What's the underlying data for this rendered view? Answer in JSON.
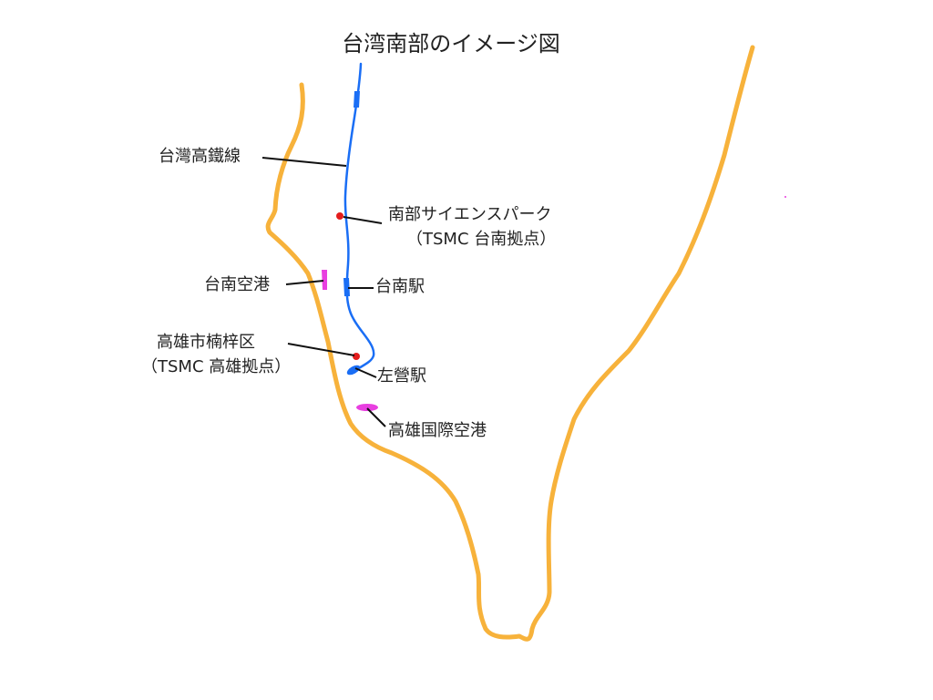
{
  "title": "台湾南部のイメージ図",
  "colors": {
    "coast": "#f7b23b",
    "rail": "#1a6ef5",
    "airport": "#e83fe0",
    "site": "#e41d1d",
    "leader": "#111111"
  },
  "labels": {
    "rail_line": "台灣高鐵線",
    "science_park": "南部サイエンスパーク",
    "science_park_note": "（TSMC 台南拠点）",
    "tainan_airport": "台南空港",
    "tainan_station": "台南駅",
    "nanzi": "高雄市楠梓区",
    "nanzi_note": "（TSMC 高雄拠点）",
    "zuoying_station": "左營駅",
    "kaohsiung_airport": "高雄国際空港"
  }
}
